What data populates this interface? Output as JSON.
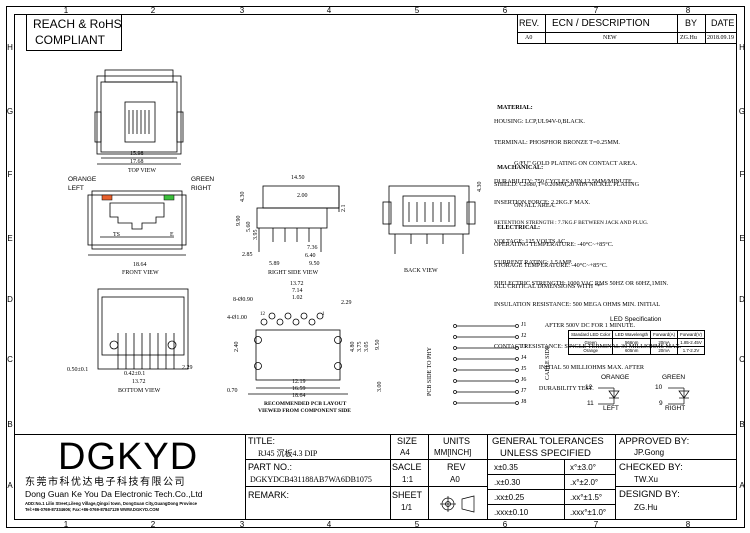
{
  "header": {
    "compliance_line1": "REACH & RoHS",
    "compliance_line2": "COMPLIANT"
  },
  "revision_table": {
    "headers": {
      "rev": "REV.",
      "ecn": "ECN / DESCRIPTION",
      "by": "BY",
      "date": "DATE"
    },
    "row": {
      "rev": "A0",
      "ecn": "NEW",
      "by": "ZG.Hu",
      "date": "2018.09.19"
    }
  },
  "grid": {
    "columns": [
      "1",
      "2",
      "3",
      "4",
      "5",
      "6",
      "7",
      "8"
    ],
    "rows": [
      "H",
      "G",
      "F",
      "E",
      "D",
      "C",
      "B",
      "A"
    ]
  },
  "views": {
    "top": {
      "caption": "TOP VIEW",
      "dim_inner": "15.98",
      "dim_outer": "17.68"
    },
    "front": {
      "caption": "FRONT VIEW",
      "led_left_color": "ORANGE",
      "led_left_side": "LEFT",
      "led_right_color": "GREEN",
      "led_right_side": "RIGHT",
      "dim_width": "18.64",
      "pin_left": "TS",
      "pin_right": "E"
    },
    "right_side": {
      "caption": "RIGHT SIDE VIEW",
      "dims": [
        "14.50",
        "4.30",
        "2.00",
        "2.1",
        "9.90",
        "5.60",
        "3.95",
        "7.36",
        "2.85",
        "6.40",
        "5.89",
        "9.50"
      ]
    },
    "back": {
      "caption": "BACK VIEW",
      "dim_height": "4.30"
    },
    "bottom": {
      "caption": "BOTTOM VIEW",
      "dims": [
        "0.50±0.1",
        "0.42±0.1",
        "2.29",
        "13.72"
      ]
    },
    "pcb": {
      "caption_line1": "RECOMMENDED PCB LAYOUT",
      "caption_line2": "VIEWED FROM COMPONENT SIDE",
      "dims": [
        "13.72",
        "7.14",
        "1.02",
        "2.29",
        "8-Ø0.90",
        "4-Ø1.00",
        "12",
        "1",
        "4.80",
        "2.40",
        "9.50",
        "3.75",
        "3.05",
        "0.70",
        "12.19",
        "16.59",
        "18.64",
        "3.00"
      ]
    }
  },
  "specs": {
    "material_title": "MATERIAL:",
    "material_lines": [
      "HOUSING: LCP,UL94V-0,BLACK.",
      "TERMINAL: PHOSPHOR BRONZE T=0.25MM.",
      "             G/FU\" GOLD PLATING ON CONTACT AREA.",
      "SHIELD: C2680,T=0.20MM,20 MIN NICKEL PLATING",
      "             ON ALL AREA."
    ],
    "mechanical_title": "MACHANICAL:",
    "mechanical_lines": [
      "DURABILITY: 750 CYCLES MIN,12.5MM/MINUTE.",
      "INSERTION FORCE: 2.2KG.F MAX.",
      "RETENTION STRENGTH : 7.7KG.F BETWEEN JACK AND PLUG.",
      "OPERATING TEMPERATURE: -40°C~+85°C.",
      "STORAGE TEMPERATURE: -40°C~+85°C.",
      "ALL CRITICAL DIMENSIONS WITH \"*\""
    ],
    "electrical_title": "ELECTRICAL:",
    "electrical_lines": [
      "VOLTAGE: 125 VOLTS AC.",
      "CURRENT RATING: 1.5AMP.",
      "DIELECTRIC STRENGTH: 1000 VAC RMS 50HZ OR 60HZ,1MIN.",
      "INSULATION RESISTANCE: 500 MEGA OHMS MIN. INITIAL",
      "                                 AFTER 500V DC FOR 1 MINUTE.",
      "CONTACT RESISTANCE: SINGLE TERMINAL 30 MILLIOHMS MAX.",
      "                             INITIAL 50 MILLIOHMS MAX. AFTER",
      "                             DURABILITY TEST."
    ]
  },
  "schematic": {
    "pins": [
      "J1",
      "J2",
      "J3",
      "J4",
      "J5",
      "J6",
      "J7",
      "J8"
    ],
    "pcb_side_label": "PCB SIDE TO PHY",
    "cable_side_label": "CABLE SIDE"
  },
  "led_spec": {
    "title": "LED Specification",
    "headers": [
      "Standard LED Color",
      "LED Wavelength",
      "Forward(A)",
      "Forward(V)"
    ],
    "rows": [
      [
        "Green",
        "566nm",
        "20mA",
        "1.85-2.45V"
      ],
      [
        "Orange",
        "605nm",
        "20mA",
        "1.7-2.2V"
      ]
    ],
    "orange": {
      "color": "ORANGE",
      "side": "LEFT",
      "pin_a": "12",
      "pin_k": "11"
    },
    "green": {
      "color": "GREEN",
      "side": "RIGHT",
      "pin_a": "10",
      "pin_k": "9"
    }
  },
  "title_block": {
    "logo": "DGKYD",
    "company_cn": "东莞市科优达电子科技有限公司",
    "company_en": "Dong Guan Ke You Da Electronic Tech.Co.,Ltd",
    "address": "ADD:No.1 Lilin Street,Lileng Village,Qingxi town, DongGuan City,GuangDong Province",
    "contact": "Tel:+86-0769-87334606; Fax:+86-0769-87847129  WWW.DGKYD.COM",
    "title_label": "TITLE:",
    "title_value": "RJ45 沉板4.3 DIP",
    "part_label": "PART NO.:",
    "part_value": "DGKYDCB431188AB7WA6DB1075",
    "remark_label": "REMARK:",
    "size_label": "SIZE",
    "size_value": "A4",
    "units_label": "UNITS",
    "units_value": "MM[INCH]",
    "scale_label": "SACLE",
    "scale_value": "1:1",
    "rev_label": "REV",
    "rev_value": "A0",
    "sheet_label": "SHEET",
    "sheet_value": "1/1",
    "tolerance_title1": "GENERAL TOLERANCES",
    "tolerance_title2": "UNLESS SPECIFIED",
    "tolerances": [
      [
        "x±0.35",
        "x°±3.0°"
      ],
      [
        ".x±0.30",
        ".x°±2.0°"
      ],
      [
        ".xx±0.25",
        ".xx°±1.5°"
      ],
      [
        ".xxx±0.10",
        ".xxx°±1.0°"
      ]
    ],
    "approved_label": "APPROVED BY:",
    "approved_value": "JP.Gong",
    "checked_label": "CHECKED BY:",
    "checked_value": "TW.Xu",
    "designed_label": "DESIGND BY:",
    "designed_value": "ZG.Hu"
  },
  "colors": {
    "led_orange": "#e8602c",
    "led_green": "#3cbf3c",
    "line": "#000000"
  }
}
